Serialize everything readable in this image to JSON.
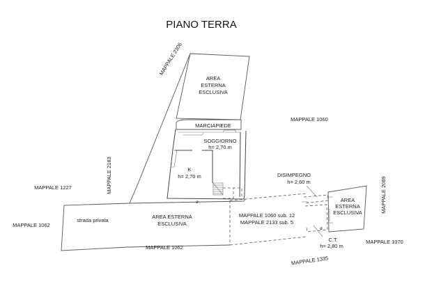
{
  "title": "PIANO TERRA",
  "parcels": {
    "mappale_2306": "MAPPALE 2306",
    "mappale_2183": "MAPPALE 2183",
    "mappale_1227": "MAPPALE 1227",
    "mappale_1062_left": "MAPPALE 1062",
    "mappale_1062_bottom": "MAPPALE 1062",
    "mappale_1060": "MAPPALE 1060",
    "mappale_2089": "MAPPALE 2089",
    "mappale_1070": "MAPPALE 1070",
    "mappale_1335": "MAPPALE 1335",
    "mappale_sub_line1": "MAPPALE 1060 sub. 12",
    "mappale_sub_line2": "MAPPALE 2133 sub. 5"
  },
  "areas": {
    "area_top": [
      "AREA",
      "ESTERNA",
      "ESCLUSIVA"
    ],
    "area_bottom": [
      "AREA ESTERNA",
      "ESCLUSIVA"
    ],
    "area_right": [
      "AREA",
      "ESTERNA",
      "ESCLUSIVA"
    ],
    "marciapiede": "MARCIAPIEDE",
    "strada_privata": "strada privata"
  },
  "rooms": {
    "soggiorno": {
      "name": "SOGGIORNO",
      "height": "h= 2,70 m"
    },
    "cucina": {
      "name": "K",
      "height": "h= 2,70 m"
    },
    "disimpegno": {
      "name": "DISIMPEGNO",
      "height": "h= 2,60 m"
    },
    "centrale_termica": {
      "name": "C.T.",
      "height": "h= 2,80 m"
    }
  },
  "symbols": {
    "chimney": "ø"
  }
}
